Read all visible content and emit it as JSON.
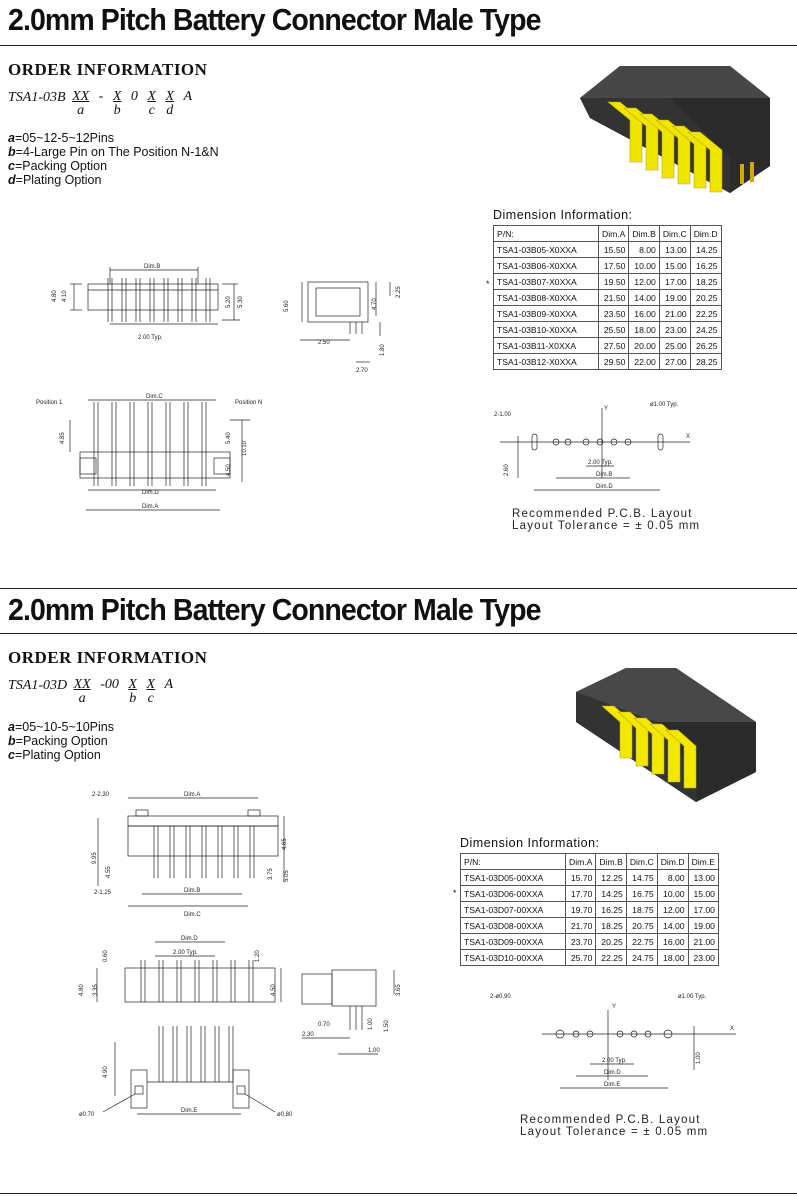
{
  "sheets": [
    {
      "title": "2.0mm Pitch Battery Connector Male Type",
      "order_heading": "ORDER INFORMATION",
      "part_number": {
        "prefix": "TSA1-03B",
        "groups": [
          {
            "code": "XX",
            "sub": "a"
          },
          {
            "code": "-",
            "sub": ""
          },
          {
            "code": "X",
            "sub": "b"
          },
          {
            "code": "0",
            "sub": ""
          },
          {
            "code": "X",
            "sub": "c"
          },
          {
            "code": "X",
            "sub": "d"
          },
          {
            "code": "A",
            "sub": ""
          }
        ]
      },
      "legend": [
        {
          "key": "a",
          "text": "=05~12-5~12Pins"
        },
        {
          "key": "b",
          "text": "=4-Large Pin on The Position N-1&N"
        },
        {
          "key": "c",
          "text": "=Packing Option"
        },
        {
          "key": "d",
          "text": "=Plating Option"
        }
      ],
      "dimension_title": "Dimension Information:",
      "table_headers": [
        "P/N:",
        "Dim.A",
        "Dim.B",
        "Dim.C",
        "Dim.D"
      ],
      "table_rows": [
        [
          "TSA1-03B05-X0XXA",
          "15.50",
          "8.00",
          "13.00",
          "14.25"
        ],
        [
          "TSA1-03B06-X0XXA",
          "17.50",
          "10.00",
          "15.00",
          "16.25"
        ],
        [
          "TSA1-03B07-X0XXA",
          "19.50",
          "12.00",
          "17.00",
          "18.25"
        ],
        [
          "TSA1-03B08-X0XXA",
          "21.50",
          "14.00",
          "19.00",
          "20.25"
        ],
        [
          "TSA1-03B09-X0XXA",
          "23.50",
          "16.00",
          "21.00",
          "22.25"
        ],
        [
          "TSA1-03B10-X0XXA",
          "25.50",
          "18.00",
          "23.00",
          "24.25"
        ],
        [
          "TSA1-03B11-X0XXA",
          "27.50",
          "20.00",
          "25.00",
          "26.25"
        ],
        [
          "TSA1-03B12-X0XXA",
          "29.50",
          "22.00",
          "27.00",
          "28.25"
        ]
      ],
      "starred_row": 2,
      "pcb_note": [
        "Recommended   P.C.B.  Layout",
        "Layout  Tolerance  =  ±  0.05  mm"
      ],
      "drawing_labels": {
        "dim_a": "Dim.A",
        "dim_b": "Dim.B",
        "dim_c": "Dim.C",
        "dim_d": "Dim.D",
        "pitch": "2.00 Typ.",
        "pos1": "Position 1",
        "posn": "Position N",
        "h480": "4.80",
        "h410": "4.10",
        "h520": "5.20",
        "h530": "5.30",
        "h560": "5.60",
        "h470": "4.70",
        "h225": "2.25",
        "h250": "2.50",
        "h180": "1.80",
        "h270": "2.70",
        "h485": "4.85",
        "h540": "5.40",
        "h1010": "10.10",
        "h450": "4.50",
        "hole2": "2-1.00",
        "hole1": "ø1.00 Typ.",
        "h260": "2.60",
        "x": "X",
        "y": "Y"
      },
      "colors": {
        "housing": "#3a3a3a",
        "pins": "#f2e600"
      }
    },
    {
      "title": "2.0mm Pitch Battery Connector Male Type",
      "order_heading": "ORDER INFORMATION",
      "part_number": {
        "prefix": "TSA1-03D",
        "groups": [
          {
            "code": "XX",
            "sub": "a"
          },
          {
            "code": "-00",
            "sub": ""
          },
          {
            "code": "X",
            "sub": "b"
          },
          {
            "code": "X",
            "sub": "c"
          },
          {
            "code": "A",
            "sub": ""
          }
        ]
      },
      "legend": [
        {
          "key": "a",
          "text": "=05~10-5~10Pins"
        },
        {
          "key": "b",
          "text": "=Packing Option"
        },
        {
          "key": "c",
          "text": "=Plating Option"
        }
      ],
      "dimension_title": "Dimension Information:",
      "table_headers": [
        "P/N:",
        "Dim.A",
        "Dim.B",
        "Dim.C",
        "Dim.D",
        "Dim.E"
      ],
      "table_rows": [
        [
          "TSA1-03D05-00XXA",
          "15.70",
          "12.25",
          "14.75",
          "8.00",
          "13.00"
        ],
        [
          "TSA1-03D06-00XXA",
          "17.70",
          "14.25",
          "16.75",
          "10.00",
          "15.00"
        ],
        [
          "TSA1-03D07-00XXA",
          "19.70",
          "16.25",
          "18.75",
          "12.00",
          "17.00"
        ],
        [
          "TSA1-03D08-00XXA",
          "21.70",
          "18.25",
          "20.75",
          "14.00",
          "19.00"
        ],
        [
          "TSA1-03D09-00XXA",
          "23.70",
          "20.25",
          "22.75",
          "16.00",
          "21.00"
        ],
        [
          "TSA1-03D10-00XXA",
          "25.70",
          "22.25",
          "24.75",
          "18.00",
          "23.00"
        ]
      ],
      "starred_row": 1,
      "pcb_note": [
        "Recommended   P.C.B.  Layout",
        "Layout  Tolerance  =  ±  0.05  mm"
      ],
      "drawing_labels": {
        "dim_a": "Dim.A",
        "dim_b": "Dim.B",
        "dim_c": "Dim.C",
        "dim_d": "Dim.D",
        "dim_e": "Dim.E",
        "pitch": "2.00 Typ.",
        "h230": "2-2.30",
        "h125": "2-1.25",
        "h995": "9.95",
        "h455": "4.55",
        "h465": "4.65",
        "h375": "3.75",
        "h505": "5.05",
        "h060": "0.60",
        "h120": "1.20",
        "h480": "4.80",
        "h335": "3.35",
        "h450": "4.50",
        "h365": "3.65",
        "h070": "0.70",
        "h230b": "2.30",
        "h100": "1.00",
        "h150": "1.50",
        "h100b": "1.00",
        "h490": "4.90",
        "d070": "ø0.70",
        "d080": "ø0.80",
        "hole2": "2-ø0.90",
        "hole1": "ø1.00 Typ.",
        "x": "X",
        "y": "Y"
      },
      "colors": {
        "housing": "#3a3a3a",
        "pins": "#f2e600"
      }
    }
  ]
}
